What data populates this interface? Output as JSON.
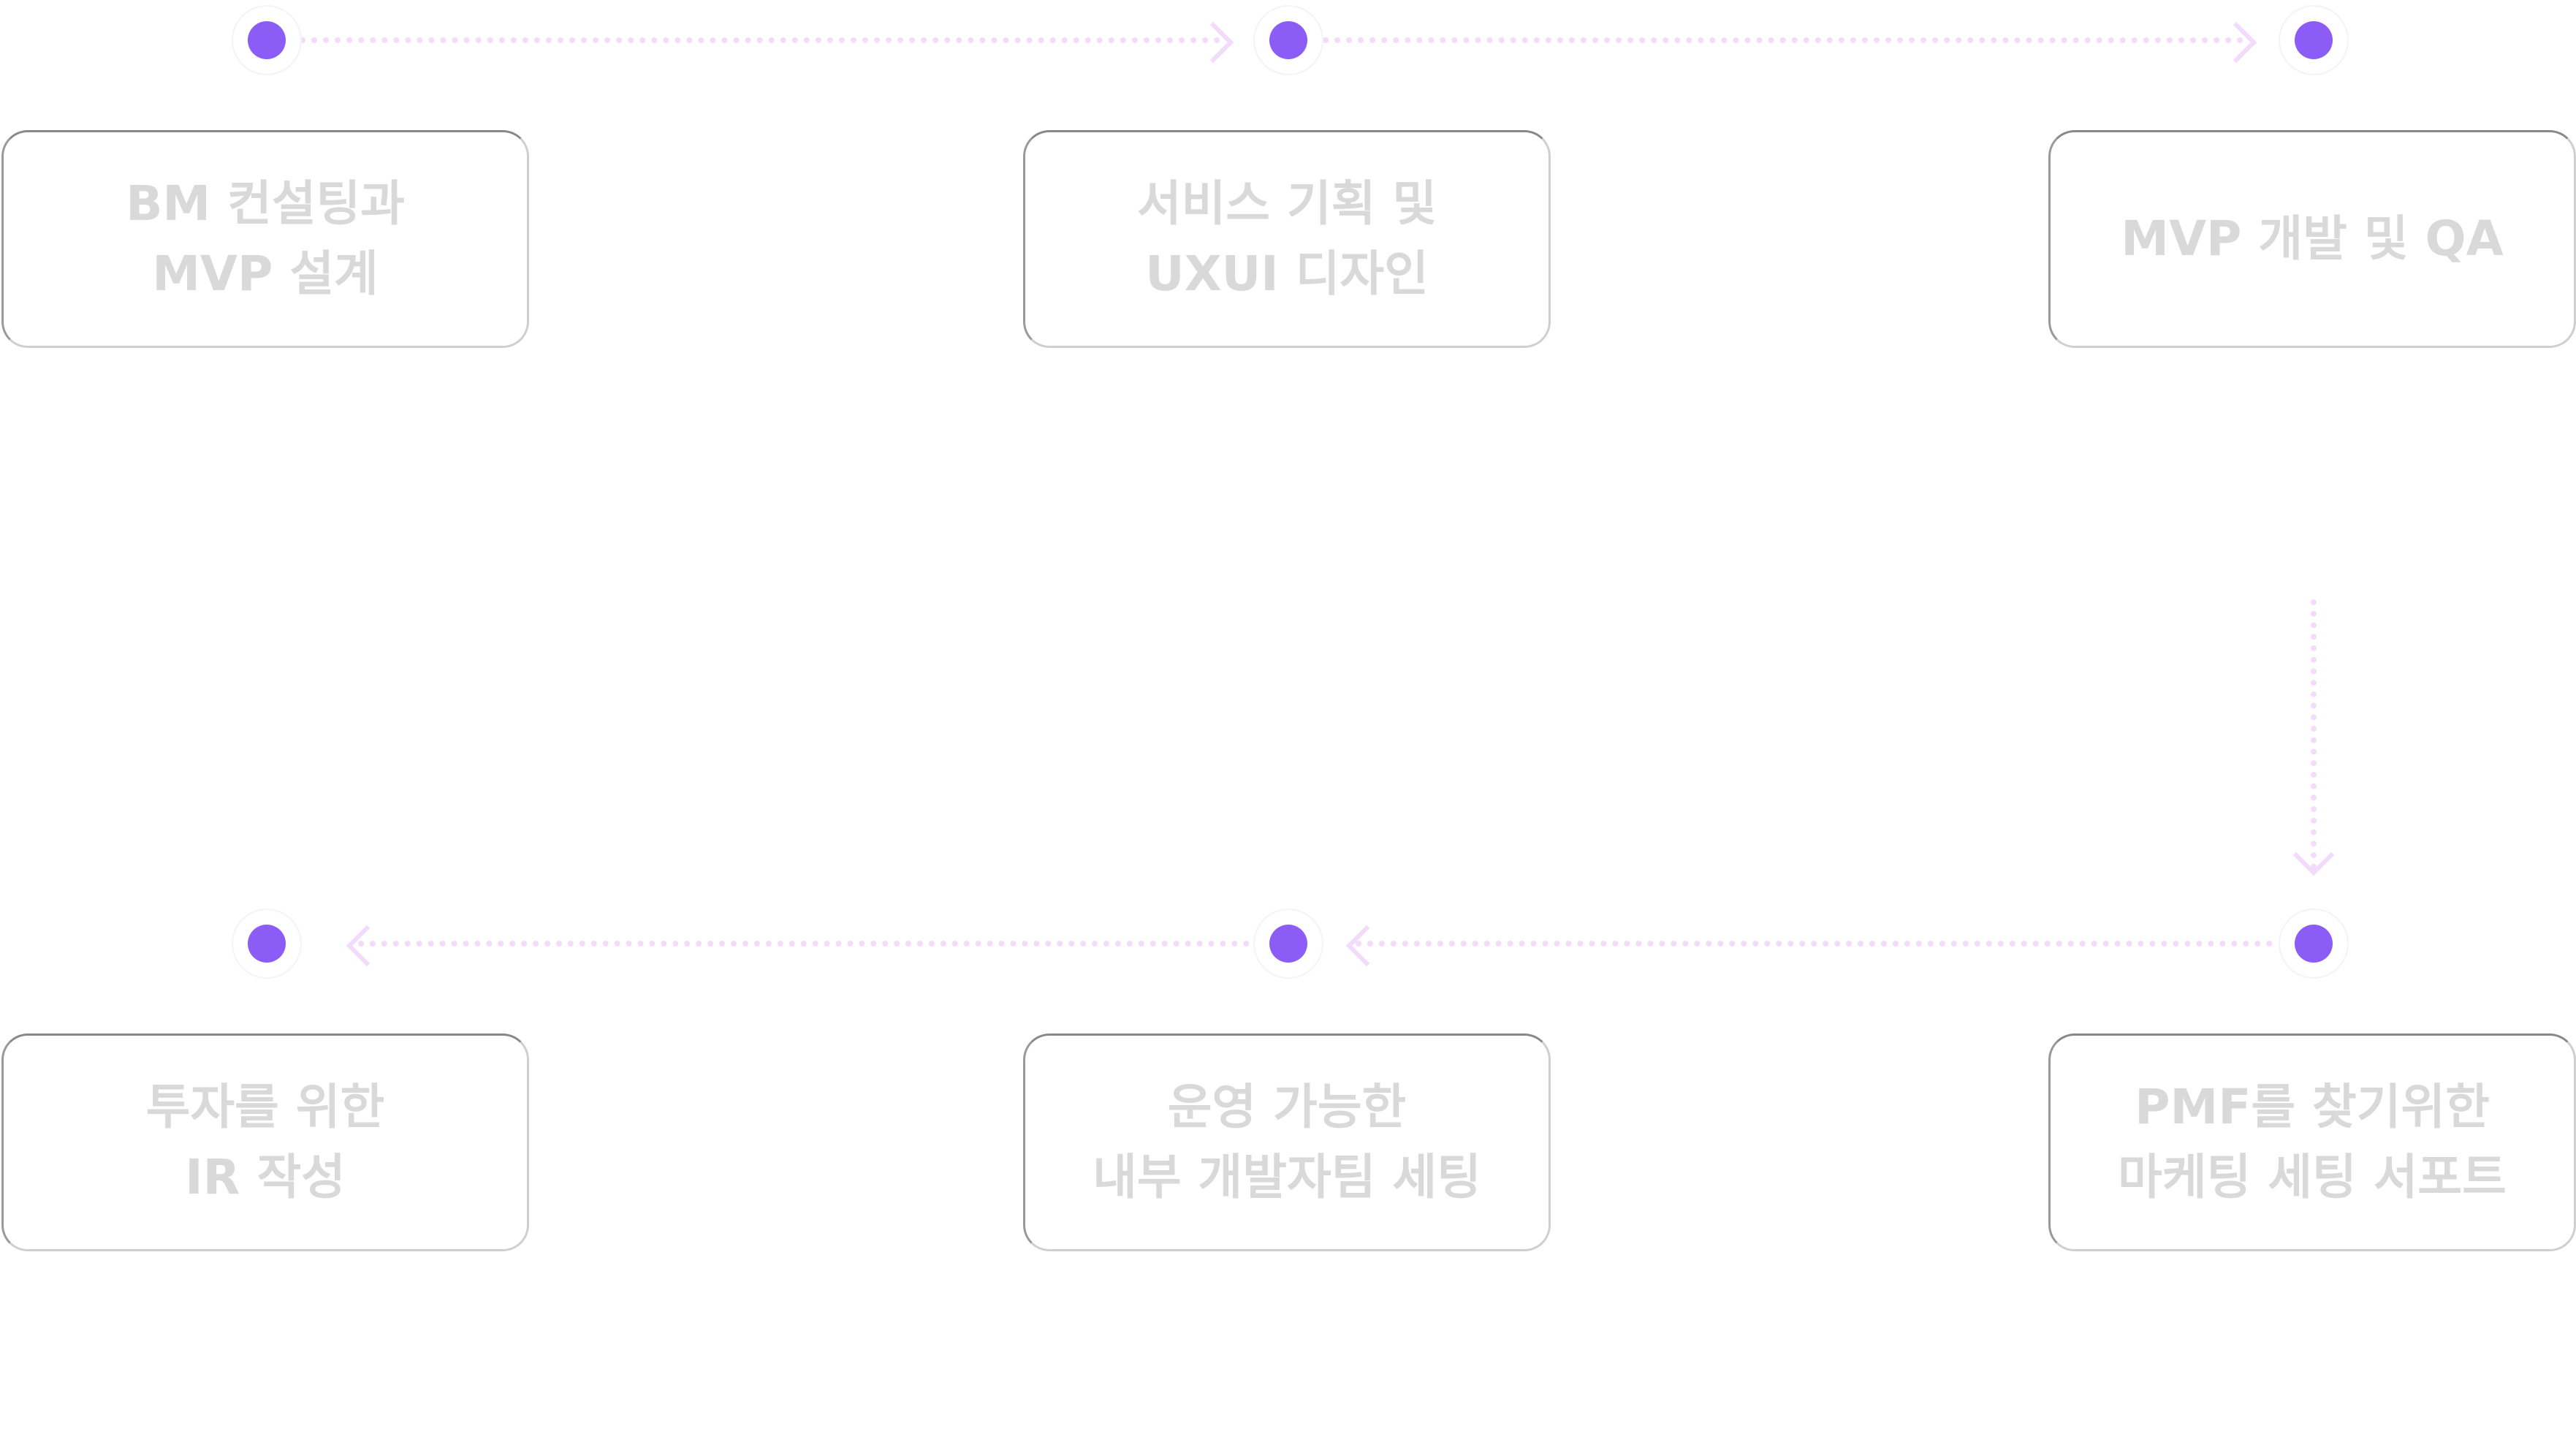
{
  "colors": {
    "dot": "#8b5cf6",
    "connector": "#f3dcfb",
    "box_text": "#d9d9d9"
  },
  "steps": [
    {
      "title": "BM 컨설팅과\nMVP 설계"
    },
    {
      "title": "서비스 기획 및\nUXUI 디자인"
    },
    {
      "title": "MVP 개발 및 QA"
    },
    {
      "title": "PMF를 찾기위한\n마케팅 세팅 서포트"
    },
    {
      "title": "운영 가능한\n내부 개발자팀 세팅"
    },
    {
      "title": "투자를 위한\nIR 작성"
    }
  ]
}
